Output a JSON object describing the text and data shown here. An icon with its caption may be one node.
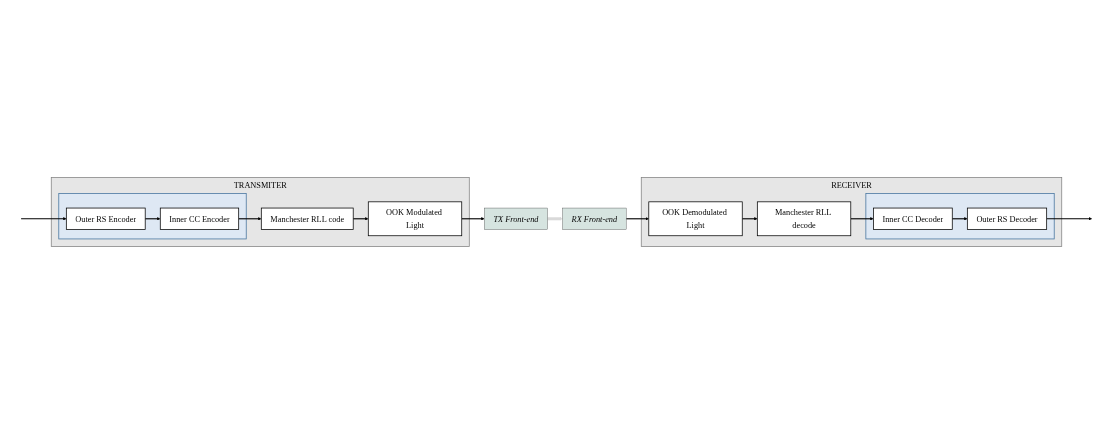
{
  "diagram": {
    "nodes": [
      {
        "text": [
          "TRANSMITER"
        ]
      },
      {
        "text": [],
        "shape": "box",
        "in": 0
      },
      {
        "text": [
          "Outer RS Encoder"
        ],
        "in": 1
      },
      {
        "text": [
          "Inner CC Encoder"
        ],
        "in": 1
      },
      {
        "text": [
          "Manchester RLL code"
        ],
        "in": 0
      },
      {
        "text": [
          "OOK Modulated Light"
        ],
        "in": 0
      },
      {
        "text": [
          "TX Front-end"
        ]
      },
      {
        "text": [
          "RECEIVER"
        ]
      },
      {
        "text": [],
        "shape": "box",
        "in": 7
      },
      {
        "text": [
          "Outer RS Decoder"
        ],
        "in": 8
      },
      {
        "text": [
          "Inner CC Decoder"
        ],
        "in": 8
      },
      {
        "text": [
          "Manchester RLL decode"
        ],
        "in": 7
      },
      {
        "text": [
          "OOK Demodulated Light"
        ],
        "in": 7
      },
      {
        "text": [
          "RX Front-end"
        ]
      }
    ],
    "edges": [
      {
        "from": null,
        "to": 2,
        "arrow": "to"
      },
      {
        "from": 2,
        "to": 3,
        "arrow": "to"
      },
      {
        "from": 3,
        "to": 4,
        "arrow": "to"
      },
      {
        "from": 4,
        "to": 5,
        "arrow": "to"
      },
      {
        "from": 5,
        "to": 6,
        "arrow": "to"
      },
      {
        "from": 6,
        "to": 13,
        "arrow": "to",
        "style": "thick",
        "color": "#d9d9d9"
      },
      {
        "from": 13,
        "to": 12,
        "arrow": "to"
      },
      {
        "from": 12,
        "to": 11,
        "arrow": "to"
      },
      {
        "from": 11,
        "to": 10,
        "arrow": "to"
      },
      {
        "from": 10,
        "to": 9,
        "arrow": "to"
      },
      {
        "from": 9,
        "to": null,
        "arrow": "to"
      }
    ]
  }
}
